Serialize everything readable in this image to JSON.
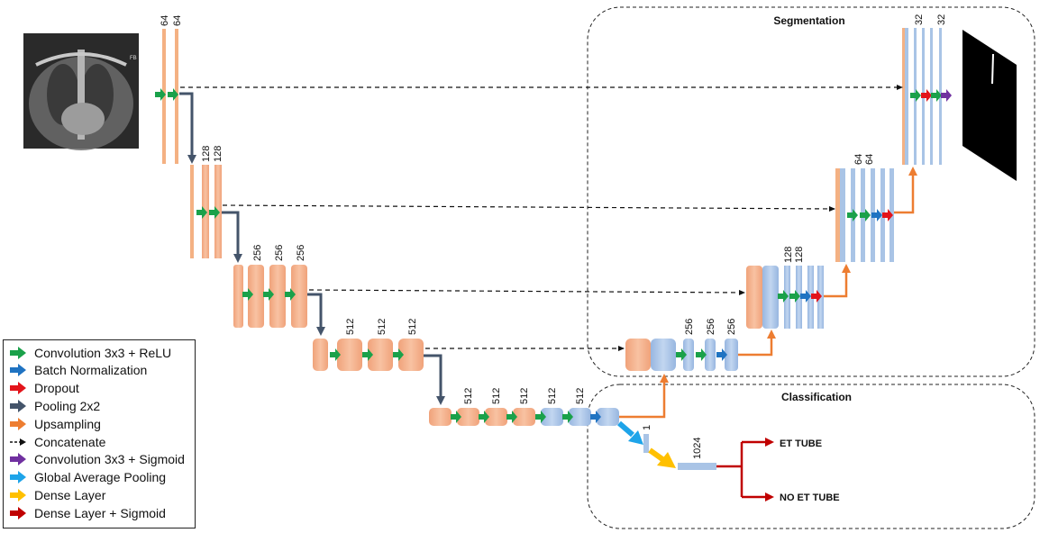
{
  "regions": {
    "segmentation_label": "Segmentation",
    "classification_label": "Classification"
  },
  "channel_labels": {
    "enc1_a": "64",
    "enc1_b": "64",
    "enc2_a": "128",
    "enc2_b": "128",
    "enc3_a": "256",
    "enc3_b": "256",
    "enc3_c": "256",
    "enc4_a": "512",
    "enc4_b": "512",
    "enc4_c": "512",
    "bott_a": "512",
    "bott_b": "512",
    "bott_c": "512",
    "bott_d": "512",
    "bott_e": "512",
    "dec4_a": "256",
    "dec4_b": "256",
    "dec4_c": "256",
    "dec3_a": "128",
    "dec3_b": "128",
    "dec2_a": "64",
    "dec2_b": "64",
    "dec1_a": "32",
    "dec1_b": "32",
    "gap_out": "1",
    "dense_out": "1024"
  },
  "outputs": {
    "et_tube": "ET TUBE",
    "no_et_tube": "NO ET TUBE"
  },
  "legend": [
    {
      "label": "Convolution 3x3 + ReLU",
      "icon": "arrow",
      "color": "#1aa14a"
    },
    {
      "label": "Batch Normalization",
      "icon": "arrow",
      "color": "#1f73c2"
    },
    {
      "label": "Dropout",
      "icon": "arrow",
      "color": "#e3141b"
    },
    {
      "label": "Pooling 2x2",
      "icon": "arrow",
      "color": "#44546a"
    },
    {
      "label": "Upsampling",
      "icon": "arrow",
      "color": "#ed7d31"
    },
    {
      "label": "Concatenate",
      "icon": "dashed-arrow",
      "color": "#111111"
    },
    {
      "label": "Convolution 3x3 + Sigmoid",
      "icon": "arrow",
      "color": "#7030a0"
    },
    {
      "label": "Global Average Pooling",
      "icon": "arrow",
      "color": "#1ea4e9"
    },
    {
      "label": "Dense Layer",
      "icon": "arrow",
      "color": "#ffc000"
    },
    {
      "label": "Dense Layer + Sigmoid",
      "icon": "arrow",
      "color": "#c00000"
    }
  ],
  "colors": {
    "encoder": "#f4b183",
    "decoder": "#a9c4e6",
    "conv_relu": "#1aa14a",
    "batch_norm": "#1f73c2",
    "dropout": "#e3141b",
    "pooling": "#44546a",
    "upsampling": "#ed7d31",
    "sigmoid_conv": "#7030a0",
    "gap": "#1ea4e9",
    "dense": "#ffc000",
    "dense_sigmoid": "#c00000"
  }
}
